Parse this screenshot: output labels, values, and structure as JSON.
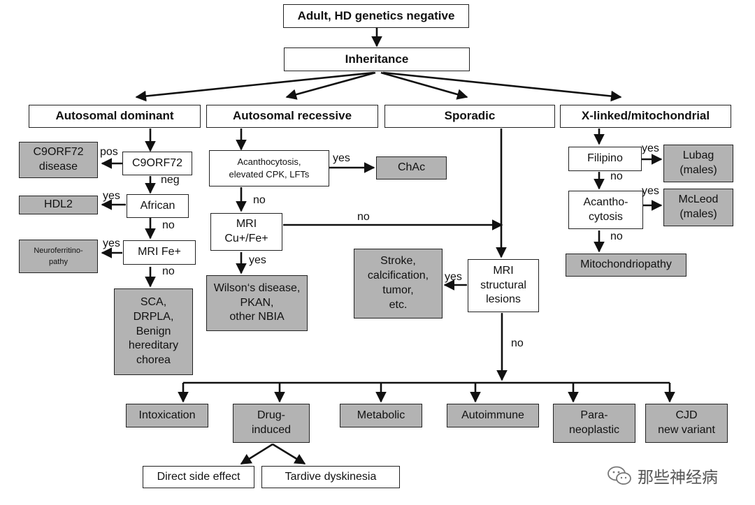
{
  "nodes": {
    "root": "Adult, HD genetics negative",
    "inheritance": "Inheritance",
    "ad": "Autosomal dominant",
    "ar": "Autosomal recessive",
    "sporadic": "Sporadic",
    "xl": "X-linked/mitochondrial",
    "c9": "C9ORF72",
    "c9_disease": "C9ORF72\ndisease",
    "african": "African",
    "hdl2": "HDL2",
    "mri_fe": "MRI Fe+",
    "neuroferritinopathy": "Neuroferritino-\npathy",
    "sca": "SCA,\nDRPLA,\nBenign\nhereditary\nchorea",
    "acantho_cpk": "Acanthocytosis,\nelevated CPK, LFTs",
    "chac": "ChAc",
    "mri_cu": "MRI\nCu+/Fe+",
    "wilson": "Wilson‘s disease,\nPKAN,\nother NBIA",
    "stroke": "Stroke,\ncalcification,\ntumor,\netc.",
    "mri_struct": "MRI\nstructural\nlesions",
    "filipino": "Filipino",
    "lubag": "Lubag\n(males)",
    "acanthocytosis": "Acantho-\ncytosis",
    "mcleod": "McLeod\n(males)",
    "mito": "Mitochondriopathy",
    "intox": "Intoxication",
    "drug": "Drug-\ninduced",
    "metabolic": "Metabolic",
    "autoimmune": "Autoimmune",
    "para": "Para-\nneoplastic",
    "cjd": "CJD\nnew variant",
    "direct": "Direct side effect",
    "tardive": "Tardive dyskinesia"
  },
  "edge_labels": {
    "pos": "pos",
    "neg": "neg",
    "yes": "yes",
    "no": "no"
  },
  "colors": {
    "terminal_fill": "#b3b3b3",
    "decision_fill": "#ffffff",
    "line": "#111111"
  },
  "watermark": {
    "text": "那些神经病",
    "icon": "wechat-icon"
  }
}
